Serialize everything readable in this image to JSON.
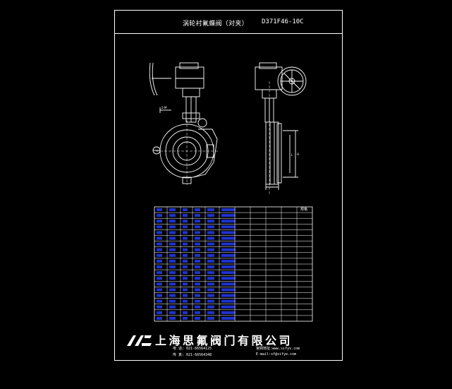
{
  "drawing": {
    "title_cn": "涡轮衬氟蝶阀（对夹）",
    "model": "D371F46-10C",
    "table_header_label": "规格",
    "table_rows": 20
  },
  "company": {
    "name": "上海思氟阀门有限公司",
    "tel": "电 话: 021-66564125",
    "fax": "传 真: 021-66564348",
    "web": "官网地址:www.sifyv.com",
    "email": "E-mail:sf@sifye.com"
  },
  "colors": {
    "line": "#ffffff",
    "cell_fill": "#1f33cc",
    "background": "#000000"
  }
}
